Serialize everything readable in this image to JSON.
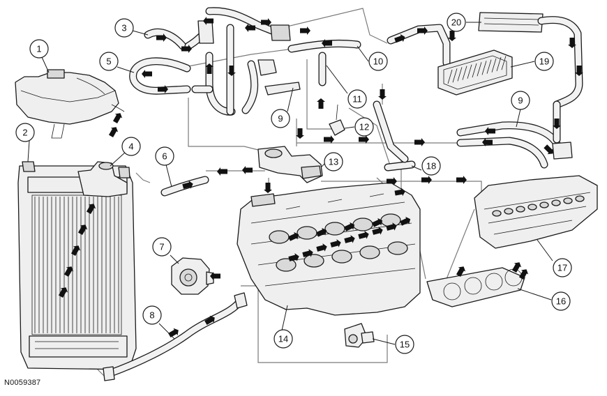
{
  "figure": {
    "reference_code": "N0059387",
    "callouts": [
      "1",
      "2",
      "3",
      "4",
      "5",
      "6",
      "7",
      "8",
      "9",
      "10",
      "11",
      "12",
      "13",
      "14",
      "15",
      "16",
      "17",
      "18",
      "19",
      "20",
      "9"
    ]
  }
}
